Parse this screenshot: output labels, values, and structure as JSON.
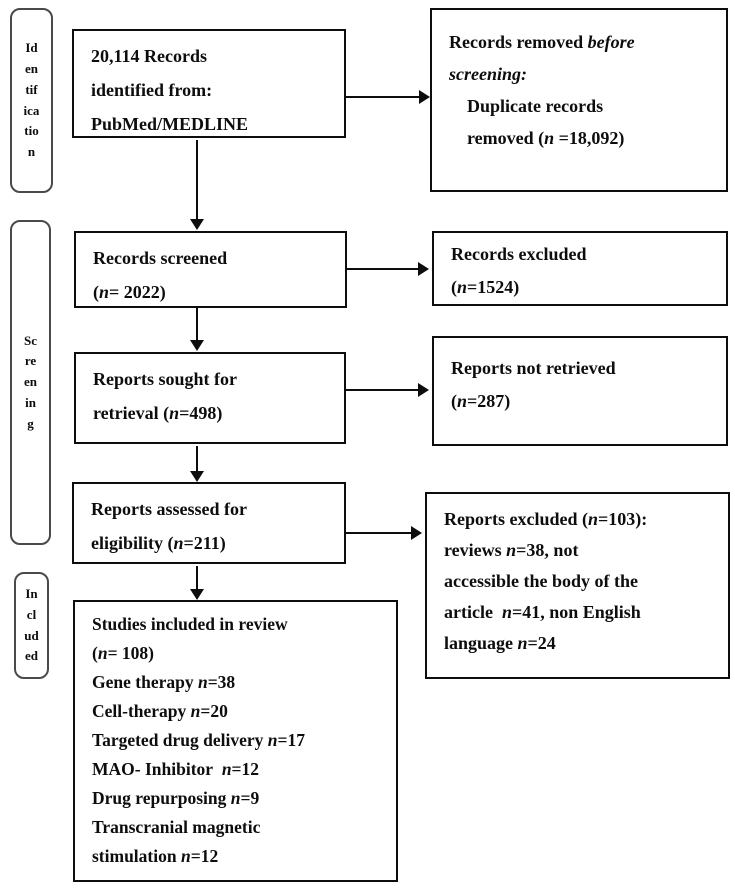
{
  "colors": {
    "box_border": "#0d0d0d",
    "stage_border": "#4a4a4a",
    "text": "#0d0d0d",
    "background": "#ffffff",
    "arrow": "#0d0d0d"
  },
  "stage_labels": [
    {
      "id": "identification",
      "text": "Id\nen\ntif\nica\ntio\nn"
    },
    {
      "id": "screening",
      "text": "Sc\nre\nen\nin\ng"
    },
    {
      "id": "included",
      "text": "In\ncl\nud\ned"
    }
  ],
  "flow_boxes": {
    "records_identified": "20,114 Records\nidentified from:\nPubMed/MEDLINE",
    "records_screened": "Records screened\n(*n*= 2022)",
    "reports_sought": "Reports sought for\nretrieval (*n*=498)",
    "reports_assessed": "Reports assessed for\neligibility (*n*=211)",
    "studies_included": "Studies included in review\n(*n*= 108)\nGene therapy *n*=38\nCell-therapy *n*=20\nTargeted drug delivery *n*=17\nMAO- Inhibitor  *n*=12\nDrug repurposing *n*=9\nTranscranial magnetic\nstimulation *n*=12"
  },
  "exclusion_boxes": {
    "records_removed": "Records removed *before*\n*screening:*\n    Duplicate records\n    removed (*n* =18,092)",
    "records_excluded": "Records excluded\n(*n*=1524)",
    "reports_not_retrieved": "Reports not retrieved\n(*n*=287)",
    "reports_excluded": "Reports excluded (*n*=103):\nreviews *n*=38, not\naccessible the body of the\narticle  *n*=41, non English\nlanguage *n*=24"
  }
}
